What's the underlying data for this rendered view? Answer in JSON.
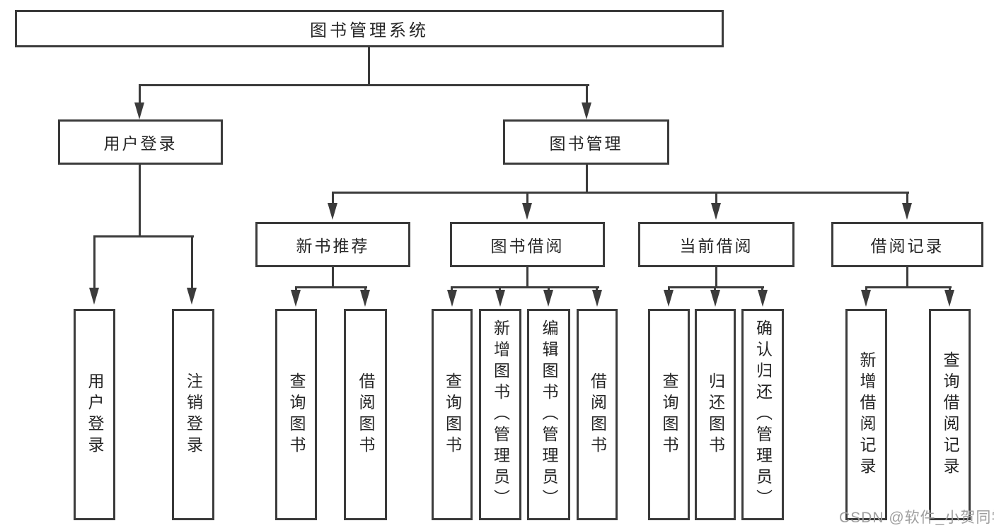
{
  "tree": {
    "root": {
      "label": "图书管理系统"
    },
    "branches": [
      {
        "label": "用户登录",
        "children": [
          "用户登录",
          "注销登录"
        ]
      },
      {
        "label": "图书管理",
        "groups": [
          {
            "label": "新书推荐",
            "children": [
              "查询图书",
              "借阅图书"
            ]
          },
          {
            "label": "图书借阅",
            "children": [
              "查询图书",
              "新增图书（管理员）",
              "编辑图书（管理员）",
              "借阅图书"
            ]
          },
          {
            "label": "当前借阅",
            "children": [
              "查询图书",
              "归还图书",
              "确认归还（管理员）"
            ]
          },
          {
            "label": "借阅记录",
            "children": [
              "新增借阅记录",
              "查询借阅记录"
            ]
          }
        ]
      }
    ]
  },
  "watermark": {
    "text": "CSDN @软件_小贺同学"
  },
  "colors": {
    "line": "#3b3b3b",
    "text": "#262626",
    "background": "#ffffff",
    "watermark": "#9e9e9e"
  }
}
